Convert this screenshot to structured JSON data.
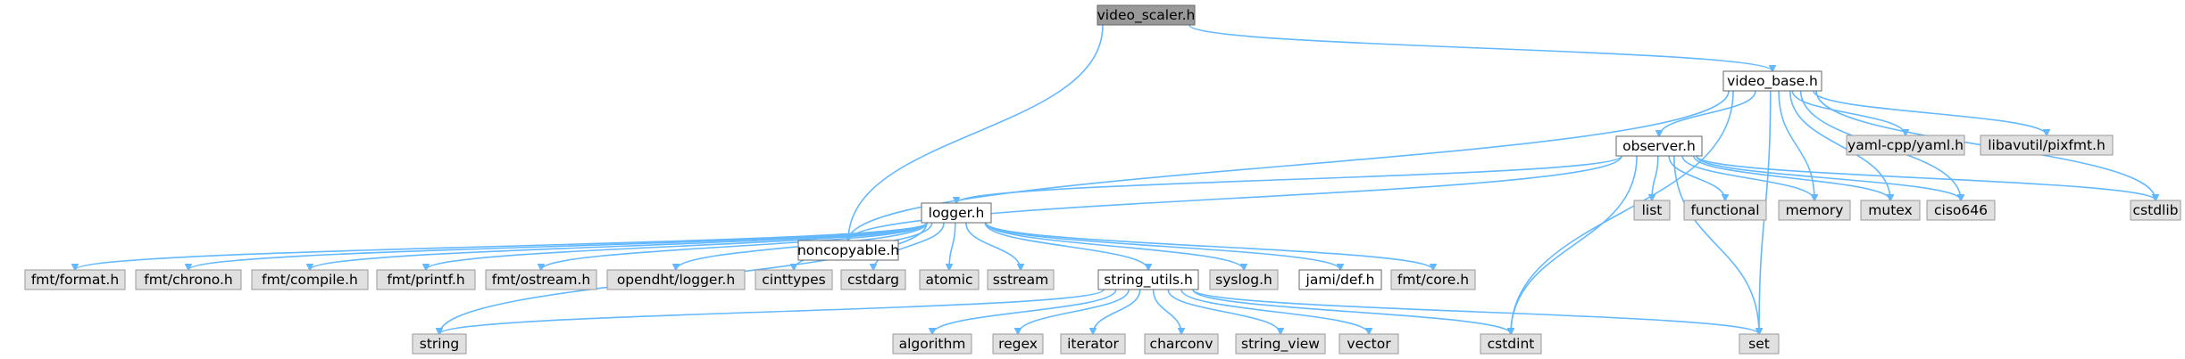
{
  "colors": {
    "edge": "#63b8ff",
    "root_fill": "#999999",
    "file_fill": "#ffffff",
    "system_fill": "#e0e0e0",
    "system_border": "#999999",
    "file_border": "#666666",
    "text": "#000000"
  },
  "nodes": {
    "video_scaler": {
      "label": "video_scaler.h",
      "kind": "root"
    },
    "video_base": {
      "label": "video_base.h",
      "kind": "file"
    },
    "noncopyable": {
      "label": "noncopyable.h",
      "kind": "file"
    },
    "observer": {
      "label": "observer.h",
      "kind": "file"
    },
    "logger": {
      "label": "logger.h",
      "kind": "file"
    },
    "yaml": {
      "label": "yaml-cpp/yaml.h",
      "kind": "system"
    },
    "pixfmt": {
      "label": "libavutil/pixfmt.h",
      "kind": "system"
    },
    "list": {
      "label": "list",
      "kind": "system"
    },
    "functional": {
      "label": "functional",
      "kind": "system"
    },
    "memory": {
      "label": "memory",
      "kind": "system"
    },
    "mutex": {
      "label": "mutex",
      "kind": "system"
    },
    "ciso646": {
      "label": "ciso646",
      "kind": "system"
    },
    "cstdlib": {
      "label": "cstdlib",
      "kind": "system"
    },
    "fmt_format": {
      "label": "fmt/format.h",
      "kind": "system"
    },
    "fmt_chrono": {
      "label": "fmt/chrono.h",
      "kind": "system"
    },
    "fmt_compile": {
      "label": "fmt/compile.h",
      "kind": "system"
    },
    "fmt_printf": {
      "label": "fmt/printf.h",
      "kind": "system"
    },
    "fmt_ostream": {
      "label": "fmt/ostream.h",
      "kind": "system"
    },
    "opendht_logger": {
      "label": "opendht/logger.h",
      "kind": "system"
    },
    "cinttypes": {
      "label": "cinttypes",
      "kind": "system"
    },
    "cstdarg": {
      "label": "cstdarg",
      "kind": "system"
    },
    "atomic": {
      "label": "atomic",
      "kind": "system"
    },
    "sstream": {
      "label": "sstream",
      "kind": "system"
    },
    "string_utils": {
      "label": "string_utils.h",
      "kind": "file"
    },
    "syslog": {
      "label": "syslog.h",
      "kind": "system"
    },
    "jami_def": {
      "label": "jami/def.h",
      "kind": "file"
    },
    "fmt_core": {
      "label": "fmt/core.h",
      "kind": "system"
    },
    "string": {
      "label": "string",
      "kind": "system"
    },
    "algorithm": {
      "label": "algorithm",
      "kind": "system"
    },
    "regex": {
      "label": "regex",
      "kind": "system"
    },
    "iterator": {
      "label": "iterator",
      "kind": "system"
    },
    "charconv": {
      "label": "charconv",
      "kind": "system"
    },
    "string_view": {
      "label": "string_view",
      "kind": "system"
    },
    "vector": {
      "label": "vector",
      "kind": "system"
    },
    "cstdint": {
      "label": "cstdint",
      "kind": "system"
    },
    "set": {
      "label": "set",
      "kind": "system"
    }
  },
  "edges": [
    [
      "video_scaler",
      "noncopyable"
    ],
    [
      "video_scaler",
      "video_base"
    ],
    [
      "video_base",
      "noncopyable"
    ],
    [
      "video_base",
      "observer"
    ],
    [
      "video_base",
      "yaml"
    ],
    [
      "video_base",
      "pixfmt"
    ],
    [
      "video_base",
      "memory"
    ],
    [
      "video_base",
      "mutex"
    ],
    [
      "video_base",
      "ciso646"
    ],
    [
      "video_base",
      "cstdlib"
    ],
    [
      "video_base",
      "cstdint"
    ],
    [
      "video_base",
      "set"
    ],
    [
      "observer",
      "noncopyable"
    ],
    [
      "observer",
      "logger"
    ],
    [
      "observer",
      "list"
    ],
    [
      "observer",
      "functional"
    ],
    [
      "observer",
      "memory"
    ],
    [
      "observer",
      "mutex"
    ],
    [
      "observer",
      "ciso646"
    ],
    [
      "observer",
      "cstdlib"
    ],
    [
      "observer",
      "cstdint"
    ],
    [
      "observer",
      "set"
    ],
    [
      "logger",
      "fmt_format"
    ],
    [
      "logger",
      "fmt_chrono"
    ],
    [
      "logger",
      "fmt_compile"
    ],
    [
      "logger",
      "fmt_printf"
    ],
    [
      "logger",
      "fmt_ostream"
    ],
    [
      "logger",
      "opendht_logger"
    ],
    [
      "logger",
      "cinttypes"
    ],
    [
      "logger",
      "cstdarg"
    ],
    [
      "logger",
      "atomic"
    ],
    [
      "logger",
      "sstream"
    ],
    [
      "logger",
      "string_utils"
    ],
    [
      "logger",
      "syslog"
    ],
    [
      "logger",
      "jami_def"
    ],
    [
      "logger",
      "fmt_core"
    ],
    [
      "logger",
      "string"
    ],
    [
      "string_utils",
      "string"
    ],
    [
      "string_utils",
      "algorithm"
    ],
    [
      "string_utils",
      "regex"
    ],
    [
      "string_utils",
      "iterator"
    ],
    [
      "string_utils",
      "charconv"
    ],
    [
      "string_utils",
      "string_view"
    ],
    [
      "string_utils",
      "vector"
    ],
    [
      "string_utils",
      "cstdint"
    ],
    [
      "string_utils",
      "set"
    ]
  ]
}
